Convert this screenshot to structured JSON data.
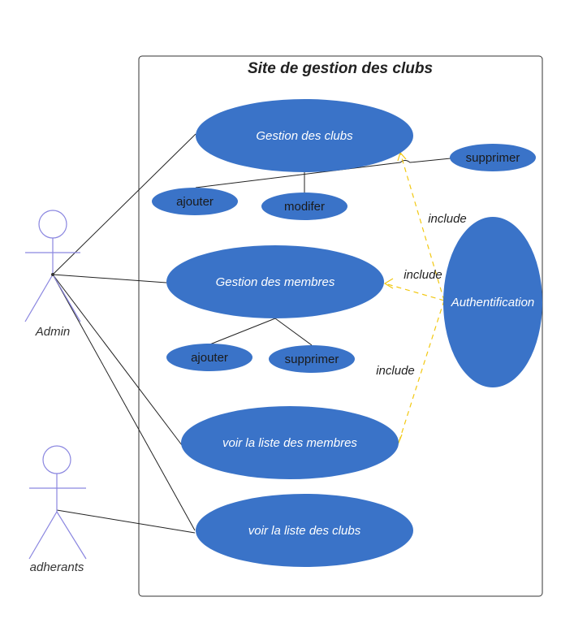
{
  "system": {
    "title": "Site de gestion des clubs"
  },
  "actors": {
    "admin": "Admin",
    "adherants": "adherants"
  },
  "use_cases": {
    "gestion_clubs": "Gestion des clubs",
    "clubs_supprimer": "supprimer",
    "clubs_ajouter": "ajouter",
    "clubs_modifier": "modifer",
    "gestion_membres": "Gestion des membres",
    "membres_ajouter": "ajouter",
    "membres_supprimer": "supprimer",
    "voir_membres": "voir la liste des membres",
    "voir_clubs": "voir la liste des clubs",
    "authentification": "Authentification"
  },
  "relations": {
    "include_1": "include",
    "include_2": "include",
    "include_3": "include"
  },
  "colors": {
    "usecase_fill": "#3a73c8",
    "actor_stroke": "#8a86e0",
    "include_line": "#f2c811",
    "association_line": "#222222",
    "boundary": "#333333"
  }
}
